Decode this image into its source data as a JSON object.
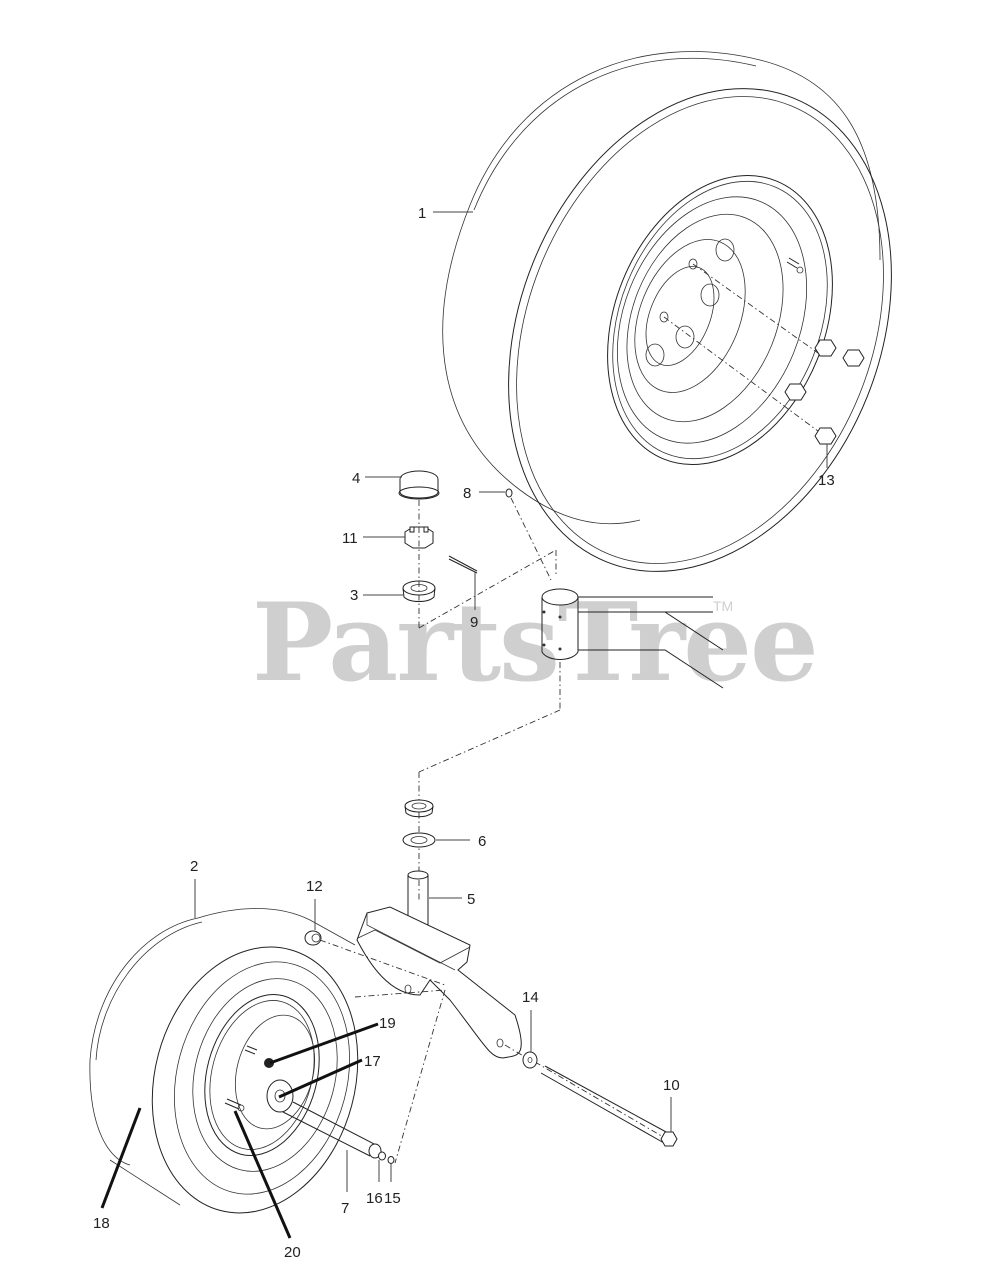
{
  "diagram": {
    "title": "Caster wheel / front wheel assembly exploded parts diagram",
    "watermark": {
      "text": "PartsTree",
      "trademark": "TM",
      "color": "#cfcfcf"
    },
    "callouts": [
      {
        "id": "1",
        "label": "1"
      },
      {
        "id": "2",
        "label": "2"
      },
      {
        "id": "3",
        "label": "3"
      },
      {
        "id": "4",
        "label": "4"
      },
      {
        "id": "5",
        "label": "5"
      },
      {
        "id": "6",
        "label": "6"
      },
      {
        "id": "7",
        "label": "7"
      },
      {
        "id": "8",
        "label": "8"
      },
      {
        "id": "9",
        "label": "9"
      },
      {
        "id": "10",
        "label": "10"
      },
      {
        "id": "11",
        "label": "11"
      },
      {
        "id": "12",
        "label": "12"
      },
      {
        "id": "13",
        "label": "13"
      },
      {
        "id": "14",
        "label": "14"
      },
      {
        "id": "15",
        "label": "15"
      },
      {
        "id": "16",
        "label": "16"
      },
      {
        "id": "17",
        "label": "17"
      },
      {
        "id": "18",
        "label": "18"
      },
      {
        "id": "19",
        "label": "19"
      },
      {
        "id": "20",
        "label": "20"
      }
    ],
    "parts": [
      {
        "callout": "1",
        "icon": "large-rear-tire-wheel"
      },
      {
        "callout": "2",
        "icon": "caster-tire-wheel"
      },
      {
        "callout": "3",
        "icon": "bearing-seal"
      },
      {
        "callout": "4",
        "icon": "dust-cap"
      },
      {
        "callout": "5",
        "icon": "spindle-shaft"
      },
      {
        "callout": "6",
        "icon": "bearing"
      },
      {
        "callout": "7",
        "icon": "axle-spacer-tube"
      },
      {
        "callout": "8",
        "icon": "grease-fitting"
      },
      {
        "callout": "9",
        "icon": "cotter-pin"
      },
      {
        "callout": "10",
        "icon": "bolt"
      },
      {
        "callout": "11",
        "icon": "castle-nut"
      },
      {
        "callout": "12",
        "icon": "lock-nut"
      },
      {
        "callout": "13",
        "icon": "lug-nuts"
      },
      {
        "callout": "14",
        "icon": "washer"
      },
      {
        "callout": "15",
        "icon": "o-ring"
      },
      {
        "callout": "16",
        "icon": "washer-small"
      },
      {
        "callout": "17",
        "icon": "hub-bearing"
      },
      {
        "callout": "18",
        "icon": "tire"
      },
      {
        "callout": "19",
        "icon": "valve-stem"
      },
      {
        "callout": "20",
        "icon": "grease-fitting"
      }
    ]
  }
}
